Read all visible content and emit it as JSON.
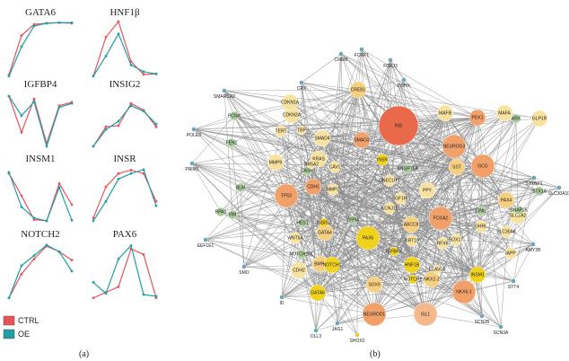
{
  "colors": {
    "ctrl": "#e8535a",
    "oe": "#1f9ea6",
    "edge": "#8a8a8a"
  },
  "legend": {
    "ctrl_label": "CTRL",
    "oe_label": "OE"
  },
  "captions": {
    "a": "(a)",
    "b": "(b)"
  },
  "gene_plots": [
    {
      "name": "GATA6",
      "ctrl": [
        0.05,
        0.75,
        0.95,
        0.97,
        0.98,
        0.97
      ],
      "oe": [
        0.02,
        0.55,
        0.92,
        0.97,
        0.98,
        0.98
      ]
    },
    {
      "name": "HNF1β",
      "ctrl": [
        0.02,
        0.72,
        1.0,
        0.28,
        0.05,
        0.06
      ],
      "oe": [
        0.02,
        0.38,
        0.78,
        0.22,
        0.1,
        0.06
      ]
    },
    {
      "name": "IGFBP4",
      "ctrl": [
        0.95,
        0.3,
        0.9,
        0.1,
        0.78,
        0.84
      ],
      "oe": [
        0.95,
        0.6,
        0.85,
        0.05,
        0.75,
        0.82
      ]
    },
    {
      "name": "INSIG2",
      "ctrl": [
        0.05,
        0.4,
        0.42,
        0.82,
        0.7,
        0.4
      ],
      "oe": [
        0.05,
        0.35,
        0.5,
        0.78,
        0.68,
        0.45
      ]
    },
    {
      "name": "INSM1",
      "ctrl": [
        0.9,
        0.5,
        0.07,
        0.05,
        0.72,
        0.34
      ],
      "oe": [
        0.92,
        0.3,
        0.1,
        0.05,
        0.65,
        0.06
      ]
    },
    {
      "name": "INSR",
      "ctrl": [
        0.1,
        0.66,
        0.9,
        0.96,
        0.9,
        0.4
      ],
      "oe": [
        0.05,
        0.4,
        0.8,
        0.9,
        0.97,
        0.32
      ]
    },
    {
      "name": "NOTCH2",
      "ctrl": [
        0.02,
        0.45,
        0.72,
        0.95,
        0.85,
        0.7
      ],
      "oe": [
        0.02,
        0.6,
        0.78,
        0.97,
        0.85,
        0.5
      ]
    },
    {
      "name": "PAX6",
      "ctrl": [
        0.02,
        0.12,
        0.22,
        0.9,
        0.8,
        0.02
      ],
      "oe": [
        0.3,
        0.1,
        0.72,
        0.96,
        0.08,
        0.05
      ]
    }
  ],
  "network": {
    "nodes": [
      {
        "label": "INS",
        "color": "#e86a4a",
        "size": "xl"
      },
      {
        "label": "PAX6",
        "color": "#f0d21c",
        "size": "l"
      },
      {
        "label": "NEUROD1",
        "color": "#f2a06a",
        "size": "l"
      },
      {
        "label": "NKX6-1",
        "color": "#f2a06a",
        "size": "l"
      },
      {
        "label": "TP53",
        "color": "#f2a06a",
        "size": "l"
      },
      {
        "label": "HNF1B",
        "color": "#f0d21c",
        "size": "m"
      },
      {
        "label": "NOTCH1",
        "color": "#f0d21c",
        "size": "m"
      },
      {
        "label": "GATA6",
        "color": "#f0d21c",
        "size": "m"
      },
      {
        "label": "INSM1",
        "color": "#f0d21c",
        "size": "m"
      },
      {
        "label": "INSR",
        "color": "#f0d21c",
        "size": "s"
      },
      {
        "label": "IGFBP4",
        "color": "#f0d21c",
        "size": "xs"
      },
      {
        "label": "NOTCH2",
        "color": "#f0d21c",
        "size": "xs"
      },
      {
        "label": "INSIG2",
        "color": "#f0d21c",
        "size": "xs"
      },
      {
        "label": "NEUROG3",
        "color": "#f2a06a",
        "size": "l"
      },
      {
        "label": "GCG",
        "color": "#f2a06a",
        "size": "l"
      },
      {
        "label": "PDX1",
        "color": "#f2a06a",
        "size": "m"
      },
      {
        "label": "FOXA2",
        "color": "#f2a06a",
        "size": "l"
      },
      {
        "label": "ISL1",
        "color": "#f4b88a",
        "size": "l"
      },
      {
        "label": "CDH1",
        "color": "#f2a06a",
        "size": "m"
      },
      {
        "label": "SST",
        "color": "#f6d080",
        "size": "m"
      },
      {
        "label": "MAFB",
        "color": "#f8e2a0",
        "size": "m"
      },
      {
        "label": "MAFA",
        "color": "#f8e2a0",
        "size": "m"
      },
      {
        "label": "GLP1R",
        "color": "#f8e2a0",
        "size": "m"
      },
      {
        "label": "CREB1",
        "color": "#f6d080",
        "size": "m"
      },
      {
        "label": "CDKN1A",
        "color": "#f8e2a0",
        "size": "m"
      },
      {
        "label": "CDKN2A",
        "color": "#f8e2a0",
        "size": "m"
      },
      {
        "label": "SMAD4",
        "color": "#f8e2a0",
        "size": "m"
      },
      {
        "label": "SMAD3",
        "color": "#f2a06a",
        "size": "m"
      },
      {
        "label": "KRAS",
        "color": "#f8e2a0",
        "size": "m"
      },
      {
        "label": "MMP9",
        "color": "#f8e2a0",
        "size": "m"
      },
      {
        "label": "MMP2",
        "color": "#f8e2a0",
        "size": "s"
      },
      {
        "label": "CAV1",
        "color": "#f8e2a0",
        "size": "s"
      },
      {
        "label": "PAX4",
        "color": "#f6d080",
        "size": "m"
      },
      {
        "label": "SLC2A2",
        "color": "#f8e2a0",
        "size": "m"
      },
      {
        "label": "PPY",
        "color": "#f8e2a0",
        "size": "m"
      },
      {
        "label": "ONECUT1",
        "color": "#f8e2a0",
        "size": "s"
      },
      {
        "label": "POU5F1",
        "color": "#f6d080",
        "size": "m"
      },
      {
        "label": "KCNJ11",
        "color": "#f8e2a0",
        "size": "s"
      },
      {
        "label": "ABCC8",
        "color": "#f6d080",
        "size": "m"
      },
      {
        "label": "RFX6",
        "color": "#f8e2a0",
        "size": "s"
      },
      {
        "label": "GATA4",
        "color": "#f6d080",
        "size": "m"
      },
      {
        "label": "WNT5A",
        "color": "#f8e2a0",
        "size": "s"
      },
      {
        "label": "BMP4",
        "color": "#f6d080",
        "size": "m"
      },
      {
        "label": "SOX9",
        "color": "#f6d080",
        "size": "m"
      },
      {
        "label": "NKX2-2",
        "color": "#f6d080",
        "size": "m"
      },
      {
        "label": "SOX17",
        "color": "#f8e2a0",
        "size": "s"
      },
      {
        "label": "SLC30A8",
        "color": "#f8e2a0",
        "size": "s"
      },
      {
        "label": "IAPP",
        "color": "#f8e2a0",
        "size": "s"
      },
      {
        "label": "CDH2",
        "color": "#f8e2a0",
        "size": "m"
      },
      {
        "label": "GHRL",
        "color": "#f8e2a0",
        "size": "s"
      },
      {
        "label": "IGF1R",
        "color": "#f8e2a0",
        "size": "s"
      },
      {
        "label": "TERT",
        "color": "#f8e2a0",
        "size": "s"
      },
      {
        "label": "TBP",
        "color": "#f8e2a0",
        "size": "xs"
      },
      {
        "label": "KRT19",
        "color": "#f8e2a0",
        "size": "s"
      },
      {
        "label": "ELAVL4",
        "color": "#f8e2a0",
        "size": "xs"
      },
      {
        "label": "NR5A2",
        "color": "#f8e2a0",
        "size": "xs"
      },
      {
        "label": "CASR",
        "color": "#a8cc98",
        "size": "xs"
      },
      {
        "label": "PCNA",
        "color": "#a8cc98",
        "size": "xs"
      },
      {
        "label": "FEN1",
        "color": "#a8cc98",
        "size": "xs"
      },
      {
        "label": "BLM",
        "color": "#a8cc98",
        "size": "xs"
      },
      {
        "label": "RPA1",
        "color": "#a8cc98",
        "size": "xs"
      },
      {
        "label": "CPA1",
        "color": "#a8cc98",
        "size": "xs"
      },
      {
        "label": "SNAP25",
        "color": "#a8cc98",
        "size": "xs"
      },
      {
        "label": "STX1A",
        "color": "#a8cc98",
        "size": "xs"
      },
      {
        "label": "STXBP1",
        "color": "#6aa8b8",
        "size": "xxs"
      },
      {
        "label": "SLC30A10",
        "color": "#6aa8b8",
        "size": "xxs"
      },
      {
        "label": "AMY2B",
        "color": "#6aa8b8",
        "size": "xxs"
      },
      {
        "label": "SYT4",
        "color": "#6aa8b8",
        "size": "xxs"
      },
      {
        "label": "ARX",
        "color": "#a8cc98",
        "size": "xs"
      },
      {
        "label": "CREM",
        "color": "#6aa8b8",
        "size": "xxs"
      },
      {
        "label": "FOXP1",
        "color": "#6aa8b8",
        "size": "xxs"
      },
      {
        "label": "FOXJ3",
        "color": "#6aa8b8",
        "size": "xxs"
      },
      {
        "label": "PDHX",
        "color": "#6aa8b8",
        "size": "xxs"
      },
      {
        "label": "CRX",
        "color": "#6aa8b8",
        "size": "xxs"
      },
      {
        "label": "SMARCA2",
        "color": "#6aa8b8",
        "size": "xxs"
      },
      {
        "label": "POLE3",
        "color": "#6aa8b8",
        "size": "xxs"
      },
      {
        "label": "PRIM1",
        "color": "#6aa8b8",
        "size": "xxs"
      },
      {
        "label": "EEF1E1",
        "color": "#6aa8b8",
        "size": "xxs"
      },
      {
        "label": "VIM",
        "color": "#a8cc98",
        "size": "xs"
      },
      {
        "label": "SMO",
        "color": "#6aa8b8",
        "size": "xxs"
      },
      {
        "label": "HES1",
        "color": "#a8cc98",
        "size": "xs"
      },
      {
        "label": "ID",
        "color": "#6aa8b8",
        "size": "xxs"
      },
      {
        "label": "NOTCH2NL",
        "color": "#a8cc98",
        "size": "xs"
      },
      {
        "label": "JAG1",
        "color": "#6aa8b8",
        "size": "xxs"
      },
      {
        "label": "DLL3",
        "color": "#6aa8b8",
        "size": "xxs"
      },
      {
        "label": "SHOX2",
        "color": "#e8cc30",
        "size": "xxs"
      },
      {
        "label": "SCN2B",
        "color": "#6aa8b8",
        "size": "xxs"
      },
      {
        "label": "SCN3A",
        "color": "#6aa8b8",
        "size": "xxs"
      },
      {
        "label": "ANGPTL8",
        "color": "#a8cc98",
        "size": "xs"
      },
      {
        "label": "ZFPM",
        "color": "#a8cc98",
        "size": "xs"
      }
    ]
  }
}
